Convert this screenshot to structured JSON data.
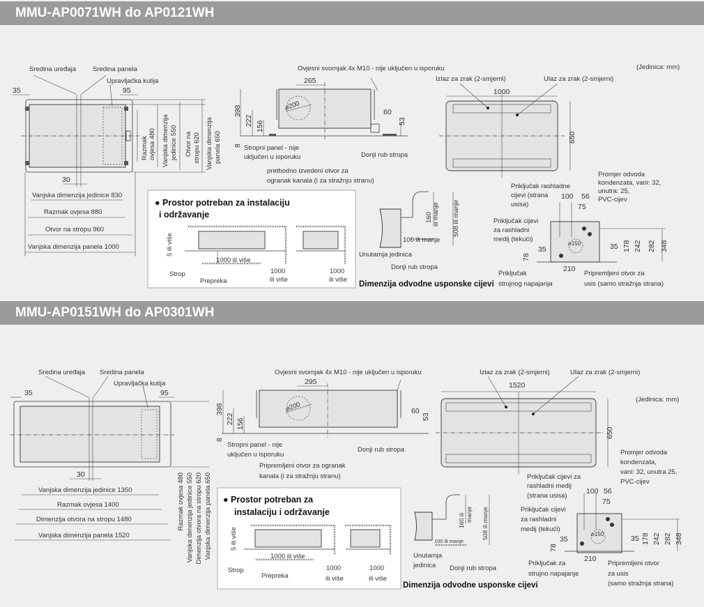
{
  "unit_note": "(Jedinica: mm)",
  "s1": {
    "title": "MMU-AP0071WH do AP0121WH",
    "plan": {
      "center_unit": "Sredina uređaja",
      "center_panel": "Sredina panela",
      "control_box": "Upravljačka kutija",
      "d35": "35",
      "d95": "95",
      "d30": "30",
      "v480a": "Razmak",
      "v480b": "ovjesa 480",
      "v550a": "Vanjska dimenzija",
      "v550b": "jedinice 550",
      "v620a": "Otvor na",
      "v620b": "stropu 620",
      "v650a": "Vanjska dimenzija",
      "v650b": "panela 650",
      "h830": "Vanjska dimenzija jedinice 830",
      "h880": "Razmak ovjesa 880",
      "h960": "Otvor na stropu 960",
      "h1000": "Vanjska dimenzija panela 1000"
    },
    "side": {
      "bolt": "Ovjesni svornjak 4x M10 - nije uključen u isporuku",
      "d265": "265",
      "d398": "398",
      "d222": "222",
      "d156": "156",
      "d8": "8",
      "d60": "60",
      "d53": "53",
      "dia": "⌀200",
      "panel1": "Stropni panel - nije",
      "panel2": "uključen u isporuku",
      "ceiling": "Donji rub stropa",
      "hole1": "prethodno izvedeni otvor za",
      "hole2": "ogranak kanala (i za stražnju stranu)"
    },
    "front": {
      "outlet": "Izlaz za zrak (2-smjerni)",
      "inlet": "Ulaz za zrak (2-smjerni)",
      "w": "1000",
      "h": "650"
    },
    "install": {
      "title1": "● Prostor potreban za instalaciju",
      "title2": "i održavanje",
      "min5": "5 ili više",
      "min1000": "1000 ili više",
      "strop": "Strop",
      "obstacle": "Prepreka",
      "r1a": "1000",
      "r1b": "ili više",
      "r2a": "1000",
      "r2b": "ili više"
    },
    "drain": {
      "d160a": "160",
      "d160b": "ili manje",
      "d508": "508 ili manje",
      "d100": "100 ili manje",
      "indoor": "Unutarnja jedinica",
      "ceiling": "Donji rub stropa",
      "title": "Dimenzija odvodne usponske cijevi"
    },
    "detail": {
      "gas1": "Priključak rashladne",
      "gas2": "cijevi (strana",
      "gas3": "usisa)",
      "d100": "100",
      "d56": "56",
      "d75": "75",
      "drain1": "Promjer odvoda",
      "drain2": "kondenzata, vani: 32,",
      "drain3": "unutra: 25,",
      "drain4": "PVC-cijev",
      "liq1": "Priključak cijevi",
      "liq2": "za rashladni",
      "liq3": "medij (tekući)",
      "d35a": "35",
      "d35b": "35",
      "d78": "78",
      "d178": "178",
      "d242": "242",
      "d282": "282",
      "d348": "348",
      "d210": "210",
      "dia": "⌀150",
      "pow1": "Priključak",
      "pow2": "strujnog napajanja",
      "inl1": "Pripremljeni otvor za",
      "inl2": "usis (samo stražnja strana)"
    }
  },
  "s2": {
    "title": "MMU-AP0151WH do AP0301WH",
    "plan": {
      "center_unit": "Sredina uređaja",
      "center_panel": "Sredina panela",
      "control_box": "Upravljačka kutija",
      "d35": "35",
      "d95": "95",
      "d30": "30",
      "v480": "Razmak ovjesa 480",
      "v550": "Vanjska dimenzija jedinice 550",
      "v620": "Dimenzija otvora na stropu 620",
      "v650": "Vanjska dimenzija panela 650",
      "h1350": "Vanjska dimenzija jedinice 1350",
      "h1400": "Razmak ovjesa 1400",
      "h1480": "Dimenzija otvora na stropu 1480",
      "h1520": "Vanjska dimenzija panela 1520"
    },
    "side": {
      "bolt": "Ovjesni svornjak 4x M10 - nije uključen u isporuku",
      "d295": "295",
      "d398": "398",
      "d222": "222",
      "d156": "156",
      "d8": "8",
      "d60": "60",
      "d53": "53",
      "dia": "⌀200",
      "panel1": "Stropni panel - nije",
      "panel2": "uključen u isporuku",
      "ceiling": "Donji rub stropa",
      "hole1": "Pripremljeni otvor za ogranak",
      "hole2": "kanala (i za stražnju stranu)"
    },
    "front": {
      "outlet": "Izlaz za zrak (2-smjerni)",
      "inlet": "Ulaz za zrak (2-smjerni)",
      "w": "1520",
      "h": "650"
    },
    "install": {
      "title1": "● Prostor potreban za",
      "title2": "instalaciju i održavanje",
      "min5": "5 ili više",
      "min1000": "1000 ili više",
      "strop": "Strop",
      "obstacle": "Prepreka",
      "r1a": "1000",
      "r1b": "ili više",
      "r2a": "1000",
      "r2b": "ili više"
    },
    "drain": {
      "d160a": "160 ili",
      "d160b": "manje",
      "d508": "508 ili manje",
      "d100": "100 ili manje",
      "indoor1": "Unutarnja",
      "indoor2": "jedinica",
      "ceiling": "Donji rub stropa",
      "title": "Dimenzija odvodne usponske cijevi"
    },
    "detail": {
      "gas1": "Priključak cijevi za",
      "gas2": "rashladni medij",
      "gas3": "(strana usisa)",
      "d100": "100",
      "d56": "56",
      "d75": "75",
      "drain1": "Promjer odvoda",
      "drain2": "kondenzata,",
      "drain3": "vani: 32, unutra 25,",
      "drain4": "PVC-cijev",
      "liq1": "Priključak cijevi",
      "liq2": "za rashladni",
      "liq3": "medij (tekući)",
      "d35a": "35",
      "d35b": "35",
      "d78": "78",
      "d178": "178",
      "d242": "242",
      "d282": "282",
      "d348": "348",
      "d210": "210",
      "dia": "⌀150",
      "pow1": "Priključak za",
      "pow2": "strujno napajanje",
      "inl1": "Pripremljeni otvor",
      "inl2": "za usis",
      "inl3": "(samo stražnja strana)"
    }
  }
}
